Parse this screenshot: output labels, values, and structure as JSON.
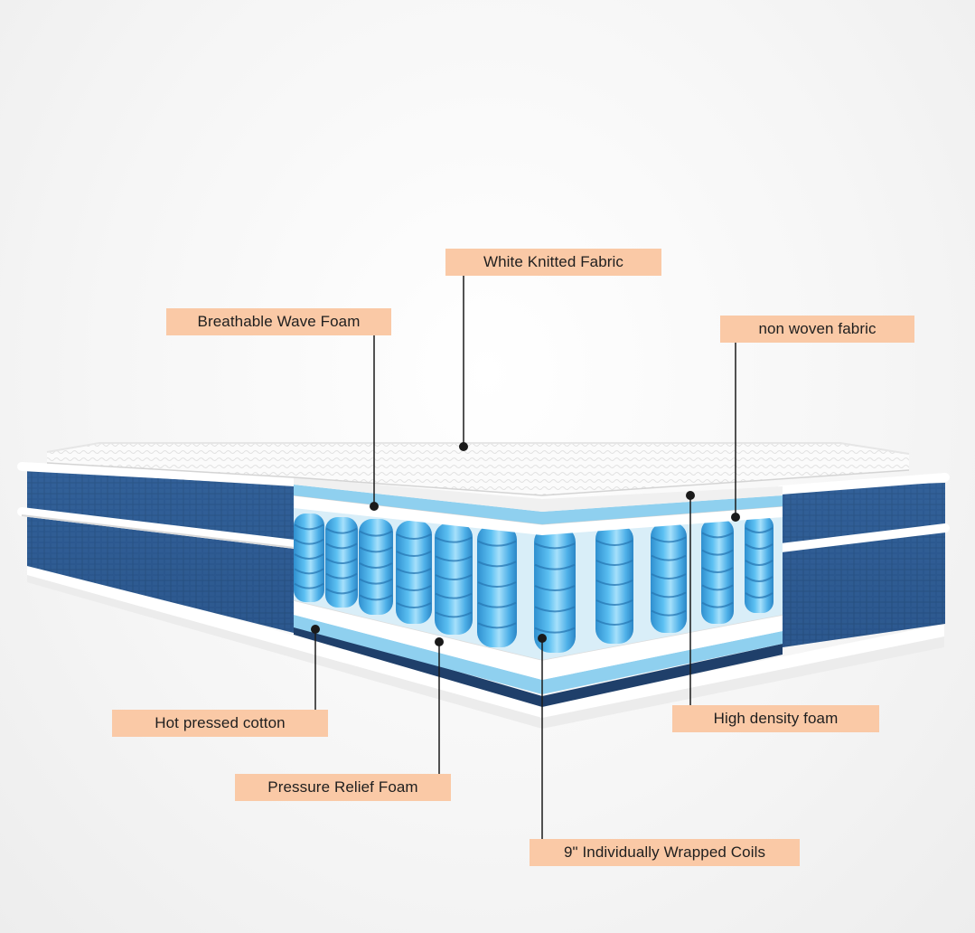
{
  "callouts": {
    "white_knitted_fabric": "White Knitted Fabric",
    "breathable_wave_foam": "Breathable Wave Foam",
    "non_woven_fabric": "non woven fabric",
    "hot_pressed_cotton": "Hot pressed cotton",
    "high_density_foam": "High density foam",
    "pressure_relief_foam": "Pressure Relief Foam",
    "individually_wrapped_coils": "9\" Individually Wrapped Coils"
  },
  "colors": {
    "callout_background": "#fac9a6",
    "mattress_side_blue": "#2d5a8e",
    "mattress_side_dark": "#1f3f6a",
    "coil_blue": "#4fb4ea",
    "coil_highlight": "#a3dcf8",
    "foam_light_blue": "#8fd0ef",
    "fabric_white": "#ffffff",
    "leader_line": "#1a1a1a"
  }
}
